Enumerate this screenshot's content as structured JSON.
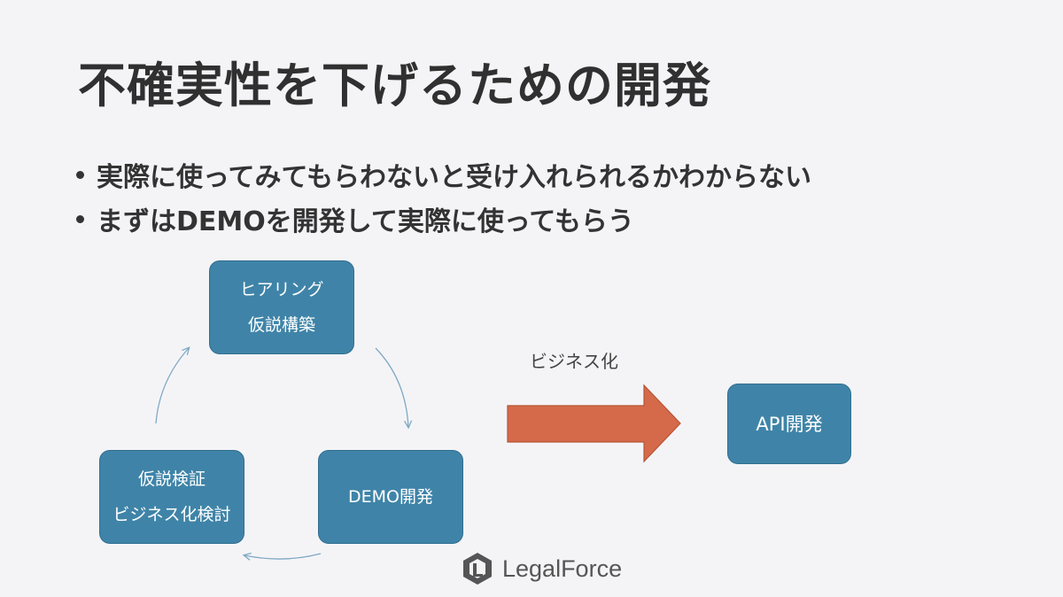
{
  "slide": {
    "title": "不確実性を下げるための開発",
    "bullets": [
      "実際に使ってみてもらわないと受け入れられるかわからない",
      "まずはDEMOを開発して実際に使ってもらう"
    ]
  },
  "cycle": {
    "hearing": {
      "line1": "ヒアリング",
      "line2": "仮説構築"
    },
    "demo": {
      "line1": "DEMO開発"
    },
    "verify": {
      "line1": "仮説検証",
      "line2": "ビジネス化検討"
    }
  },
  "flow": {
    "arrow_label": "ビジネス化",
    "target": "API開発"
  },
  "brand": {
    "logo_text": "LegalForce"
  },
  "colors": {
    "box_fill": "#3f84a8",
    "box_border": "#326f90",
    "arrow_fill": "#d46a4a",
    "arrow_border": "#b85333",
    "cycle_arrow": "#7fa9c3",
    "background": "#f4f4f7"
  }
}
